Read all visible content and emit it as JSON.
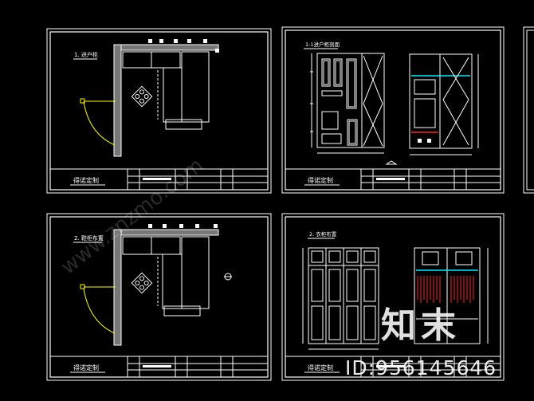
{
  "sheets": [
    {
      "kind": "plan",
      "title": "1. 进户柜",
      "tb_label": "得诺定制"
    },
    {
      "kind": "elev",
      "title": "1-1进户柜剖面",
      "tb_label": "得诺定制"
    },
    {
      "kind": "plan",
      "title": "2. 鞋柜布置",
      "tb_label": "得诺定制"
    },
    {
      "kind": "elev",
      "title": "2. 衣柜布置",
      "tb_label": "得诺定制"
    }
  ],
  "colors": {
    "background": "#000000",
    "line": "#ffffff",
    "door_swing": "#ffff00",
    "accent_cyan": "#00e5ff",
    "accent_red": "#ff2a2a",
    "watermark": "#ffffff"
  },
  "watermark": {
    "logo_text": "知末",
    "site_text": "www.znzmo.com",
    "id_text": "ID:956145646"
  }
}
